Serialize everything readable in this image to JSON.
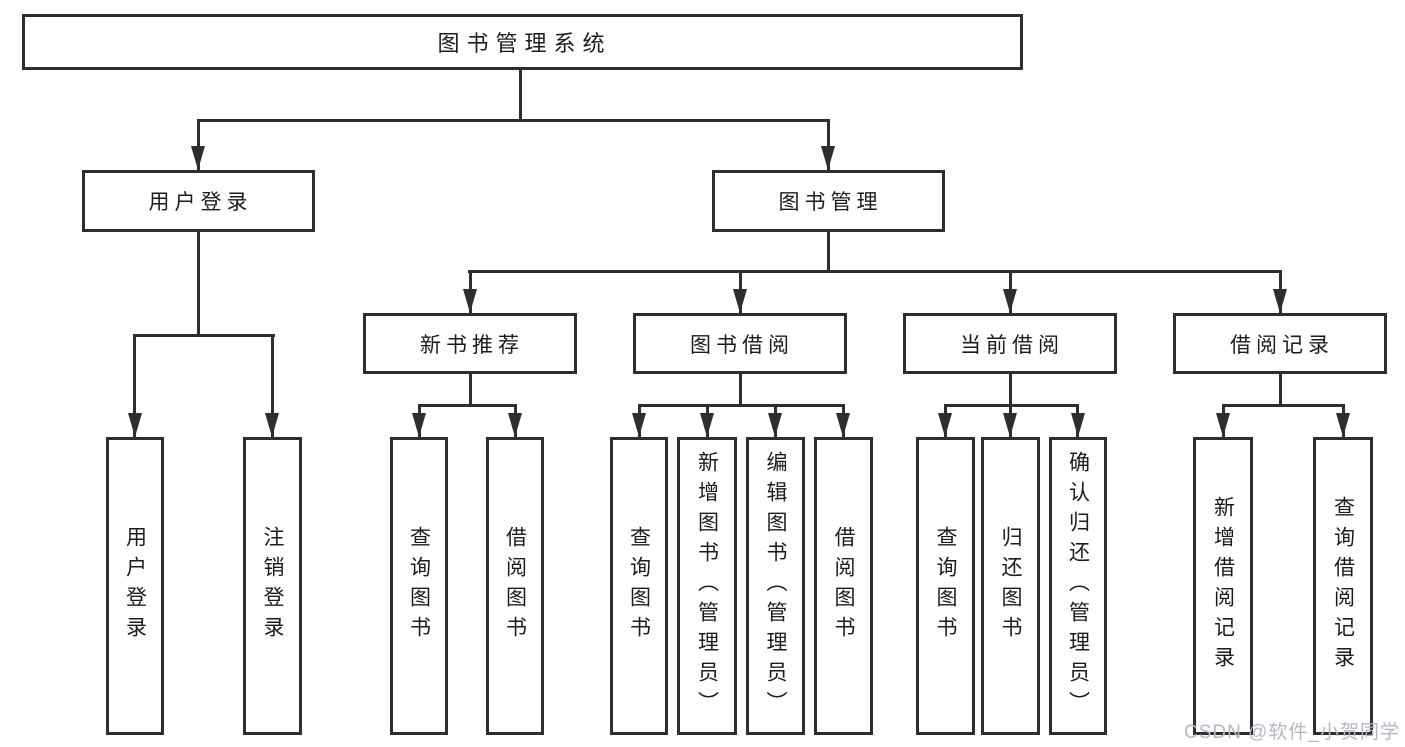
{
  "diagram": {
    "watermark": "CSDN @软件_小贺同学",
    "colors": {
      "line": "#2e2e2e",
      "text": "#1c1c1c",
      "background": "#ffffff",
      "watermark": "#b4b7c4"
    },
    "tree": {
      "root": {
        "label": "图书管理系统",
        "children": [
          {
            "label": "用户登录",
            "children": [
              {
                "label": "用户登录"
              },
              {
                "label": "注销登录"
              }
            ]
          },
          {
            "label": "图书管理",
            "children": [
              {
                "label": "新书推荐",
                "children": [
                  {
                    "label": "查询图书"
                  },
                  {
                    "label": "借阅图书"
                  }
                ]
              },
              {
                "label": "图书借阅",
                "children": [
                  {
                    "label": "查询图书"
                  },
                  {
                    "label": "新增图书（管理员）"
                  },
                  {
                    "label": "编辑图书（管理员）"
                  },
                  {
                    "label": "借阅图书"
                  }
                ]
              },
              {
                "label": "当前借阅",
                "children": [
                  {
                    "label": "查询图书"
                  },
                  {
                    "label": "归还图书"
                  },
                  {
                    "label": "确认归还（管理员）"
                  }
                ]
              },
              {
                "label": "借阅记录",
                "children": [
                  {
                    "label": "新增借阅记录"
                  },
                  {
                    "label": "查询借阅记录"
                  }
                ]
              }
            ]
          }
        ]
      }
    }
  }
}
